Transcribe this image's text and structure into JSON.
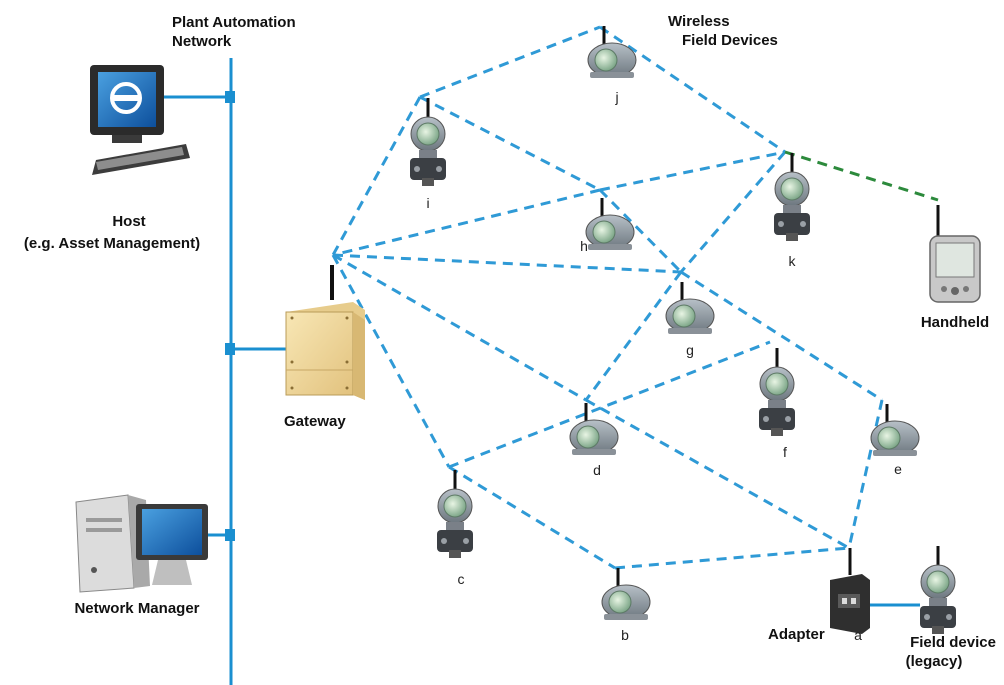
{
  "labels": {
    "network_title_1": "Plant Automation",
    "network_title_2": "Network",
    "wireless_title_1": "Wireless",
    "wireless_title_2": "Field Devices",
    "host_1": "Host",
    "host_2": "(e.g. Asset Management)",
    "gateway": "Gateway",
    "network_manager": "Network Manager",
    "handheld": "Handheld",
    "adapter": "Adapter",
    "field_device_1": "Field device",
    "field_device_2": "(legacy)"
  },
  "devices": {
    "a": "a",
    "b": "b",
    "c": "c",
    "d": "d",
    "e": "e",
    "f": "f",
    "g": "g",
    "h": "h",
    "i": "i",
    "j": "j",
    "k": "k"
  },
  "colors": {
    "mesh_link": "#2f9ad6",
    "handheld_link": "#2c8a3c",
    "wired_bus": "#1a8fd0",
    "gateway_box": "#f2dca0"
  },
  "icons": {
    "host": "desktop-computer-icon",
    "network_manager": "server-tower-icon",
    "gateway": "gateway-box-icon",
    "handheld": "pda-icon",
    "adapter": "wirelesshart-adapter-icon"
  }
}
